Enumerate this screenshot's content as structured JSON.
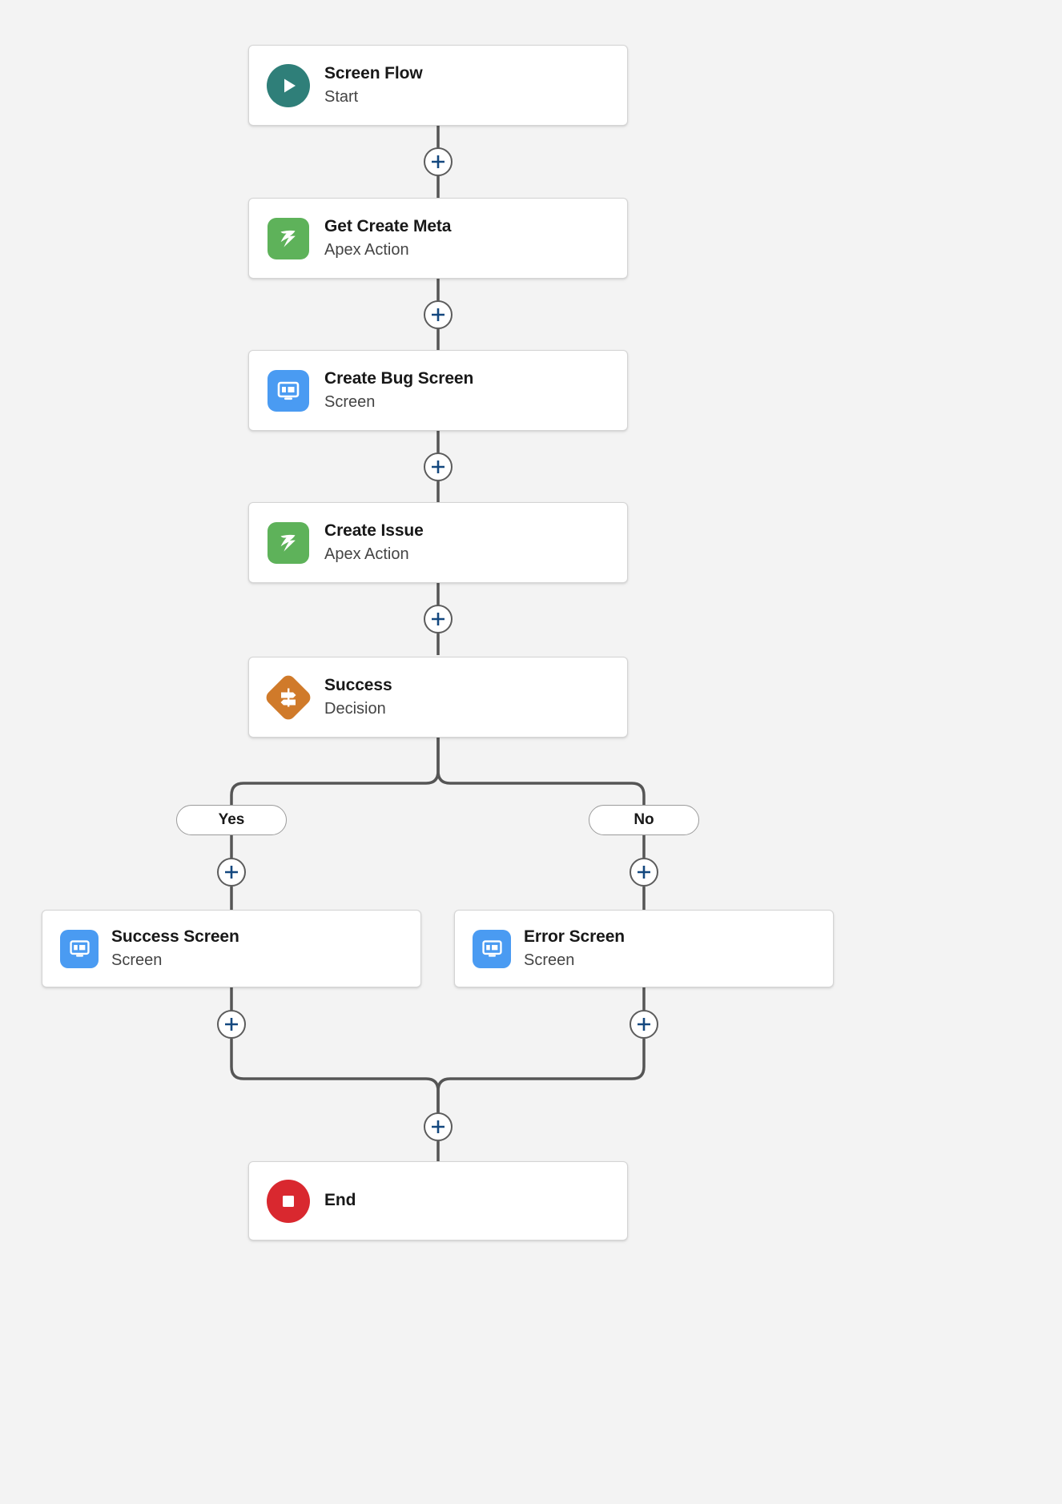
{
  "canvas": {
    "background_color": "#f3f3f3",
    "connector_color": "#555555",
    "plus_color": "#14487f"
  },
  "flow": {
    "nodes": [
      {
        "id": "start",
        "title": "Screen Flow",
        "subtitle": "Start",
        "icon": "play-icon",
        "icon_color": "#2f7f79"
      },
      {
        "id": "get-create-meta",
        "title": "Get Create Meta",
        "subtitle": "Apex Action",
        "icon": "apex-icon",
        "icon_color": "#5eb25a"
      },
      {
        "id": "create-bug-screen",
        "title": "Create Bug Screen",
        "subtitle": "Screen",
        "icon": "screen-icon",
        "icon_color": "#4a9bf2"
      },
      {
        "id": "create-issue",
        "title": "Create Issue",
        "subtitle": "Apex Action",
        "icon": "apex-icon",
        "icon_color": "#5eb25a"
      },
      {
        "id": "success-decision",
        "title": "Success",
        "subtitle": "Decision",
        "icon": "decision-icon",
        "icon_color": "#d07a2a"
      },
      {
        "id": "success-screen",
        "title": "Success Screen",
        "subtitle": "Screen",
        "icon": "screen-icon",
        "icon_color": "#4a9bf2"
      },
      {
        "id": "error-screen",
        "title": "Error Screen",
        "subtitle": "Screen",
        "icon": "screen-icon",
        "icon_color": "#4a9bf2"
      },
      {
        "id": "end",
        "title": "End",
        "subtitle": "",
        "icon": "stop-icon",
        "icon_color": "#d9282f"
      }
    ],
    "branch_labels": [
      {
        "id": "yes",
        "label": "Yes"
      },
      {
        "id": "no",
        "label": "No"
      }
    ],
    "add_buttons": [
      {
        "id": "add-after-start"
      },
      {
        "id": "add-after-get-create-meta"
      },
      {
        "id": "add-after-create-bug-screen"
      },
      {
        "id": "add-after-create-issue"
      },
      {
        "id": "add-yes-branch"
      },
      {
        "id": "add-no-branch"
      },
      {
        "id": "add-after-success-screen"
      },
      {
        "id": "add-after-error-screen"
      },
      {
        "id": "add-before-end"
      }
    ]
  }
}
